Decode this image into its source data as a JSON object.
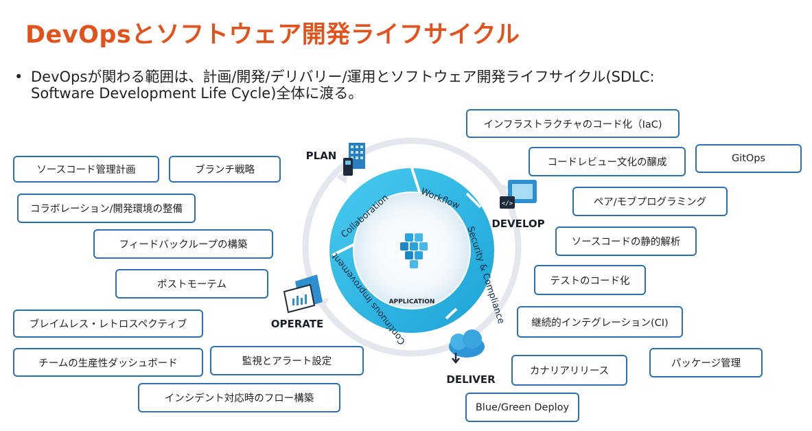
{
  "title": "DevOpsとソフトウェア開発ライフサイクル",
  "bullet": {
    "marker": "•",
    "line1": "DevOpsが関わる範囲は、計画/開発/デリバリー/運用とソフトウェア開発ライフサイクル(SDLC:",
    "line2": "Software Development Life Cycle)全体に渡る。"
  },
  "diagram": {
    "stages": {
      "plan": "PLAN",
      "develop": "DEVELOP",
      "deliver": "DELIVER",
      "operate": "OPERATE"
    },
    "ring": {
      "collaboration": "Collaboration",
      "workflow": "Workflow",
      "security": "Security & Compliance",
      "continuous": "Continuous Improvement"
    },
    "center": "APPLICATION"
  },
  "boxes": {
    "source_plan": "ソースコード管理計画",
    "branch": "ブランチ戦略",
    "collab_env": "コラボレーション/開発環境の整備",
    "feedback": "フィードバックループの構築",
    "postmortem": "ポストモーテム",
    "blameless": "ブレイムレス・レトロスペクティブ",
    "dashboard": "チームの生産性ダッシュボード",
    "monitoring": "監視とアラート設定",
    "incident": "インシデント対応時のフロー構築",
    "iac": "インフラストラクチャのコード化（IaC)",
    "review": "コードレビュー文化の醸成",
    "gitops": "GitOps",
    "pair": "ペア/モブプログラミング",
    "static": "ソースコードの静的解析",
    "test": "テストのコード化",
    "ci": "継続的インテグレーション(CI)",
    "canary": "カナリアリリース",
    "package": "パッケージ管理",
    "bluegreen": "Blue/Green Deploy"
  },
  "colors": {
    "title": "#e2521d",
    "box_border": "#2a6fb3",
    "ring": "#2bb8e0",
    "ring_dark": "#1a9bc8",
    "outer_circle": "#e4e8ee"
  }
}
